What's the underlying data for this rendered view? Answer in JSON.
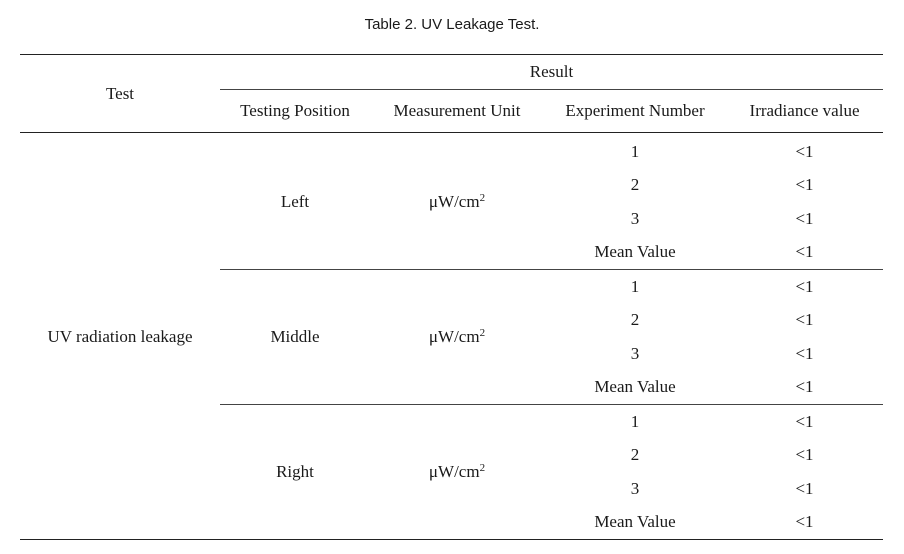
{
  "caption": "Table 2. UV Leakage Test.",
  "headers": {
    "test": "Test",
    "result": "Result",
    "testing_position": "Testing Position",
    "measurement_unit": "Measurement Unit",
    "experiment_number": "Experiment Number",
    "irradiance_value": "Irradiance value"
  },
  "test_name": "UV radiation leakage",
  "unit_base": "μW/cm",
  "unit_exp": "2",
  "groups": [
    {
      "position": "Left",
      "rows": [
        {
          "experiment": "1",
          "value": "<1"
        },
        {
          "experiment": "2",
          "value": "<1"
        },
        {
          "experiment": "3",
          "value": "<1"
        },
        {
          "experiment": "Mean Value",
          "value": "<1"
        }
      ]
    },
    {
      "position": "Middle",
      "rows": [
        {
          "experiment": "1",
          "value": "<1"
        },
        {
          "experiment": "2",
          "value": "<1"
        },
        {
          "experiment": "3",
          "value": "<1"
        },
        {
          "experiment": "Mean Value",
          "value": "<1"
        }
      ]
    },
    {
      "position": "Right",
      "rows": [
        {
          "experiment": "1",
          "value": "<1"
        },
        {
          "experiment": "2",
          "value": "<1"
        },
        {
          "experiment": "3",
          "value": "<1"
        },
        {
          "experiment": "Mean Value",
          "value": "<1"
        }
      ]
    }
  ]
}
